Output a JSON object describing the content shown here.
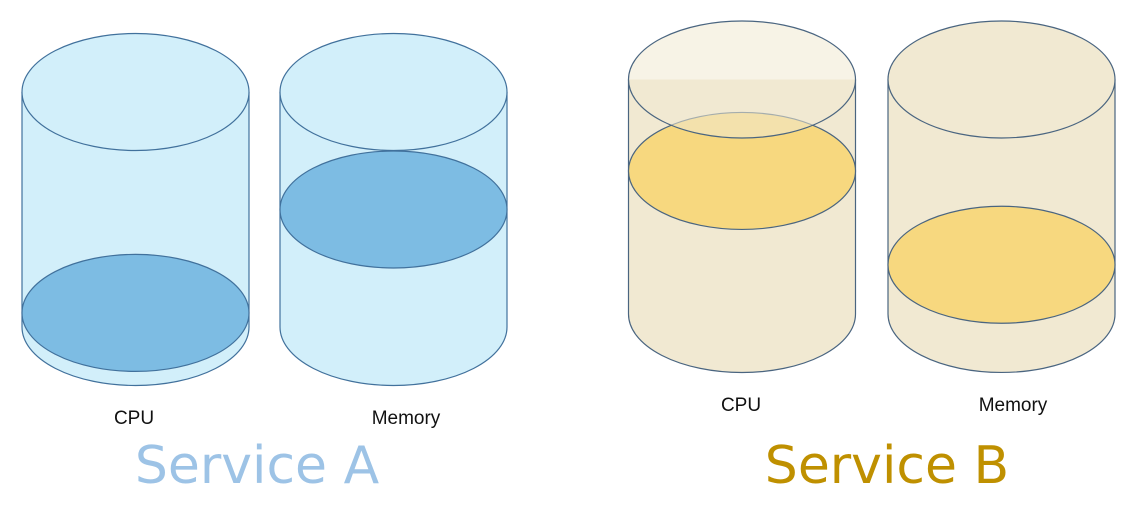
{
  "services": [
    {
      "name": "Service A",
      "title_color": "#9DC3E6",
      "body_color": "#D2EFFA",
      "fill_color": "#7DBCE3",
      "stroke_color": "#41719C",
      "resources": [
        {
          "label": "CPU",
          "fill_fraction": 0.06
        },
        {
          "label": "Memory",
          "fill_fraction": 0.5
        }
      ]
    },
    {
      "name": "Service B",
      "title_color": "#BF9000",
      "body_color": "#F1E9D2",
      "fill_color": "#F7D87F",
      "stroke_color": "#4A6580",
      "resources": [
        {
          "label": "CPU",
          "fill_fraction": 0.61
        },
        {
          "label": "Memory",
          "fill_fraction": 0.21
        }
      ]
    }
  ]
}
